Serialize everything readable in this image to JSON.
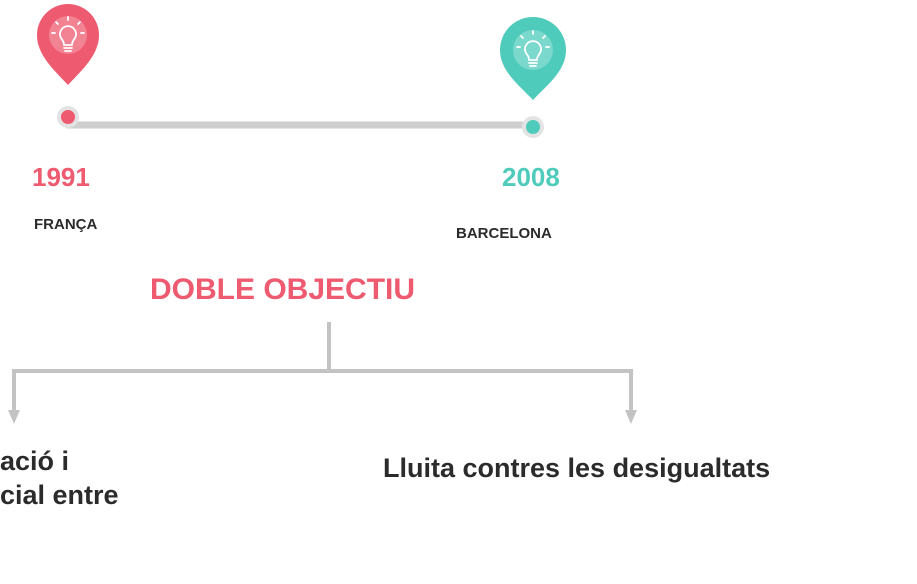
{
  "colors": {
    "coral": "#ee5a6f",
    "teal": "#4fcbbb",
    "line": "#c9c9c9",
    "text": "#2b2b2b"
  },
  "timeline": [
    {
      "year": "1991",
      "place": "FRANÇA",
      "icon": "lightbulb-icon",
      "color": "#ee5a6f"
    },
    {
      "year": "2008",
      "place": "BARCELONA",
      "icon": "lightbulb-icon",
      "color": "#4fcbbb"
    }
  ],
  "objective": {
    "title": "DOBLE OBJECTIU",
    "left_lines": [
      "ació i",
      "cial entre"
    ],
    "right": "Lluita contres les desigualtats"
  }
}
